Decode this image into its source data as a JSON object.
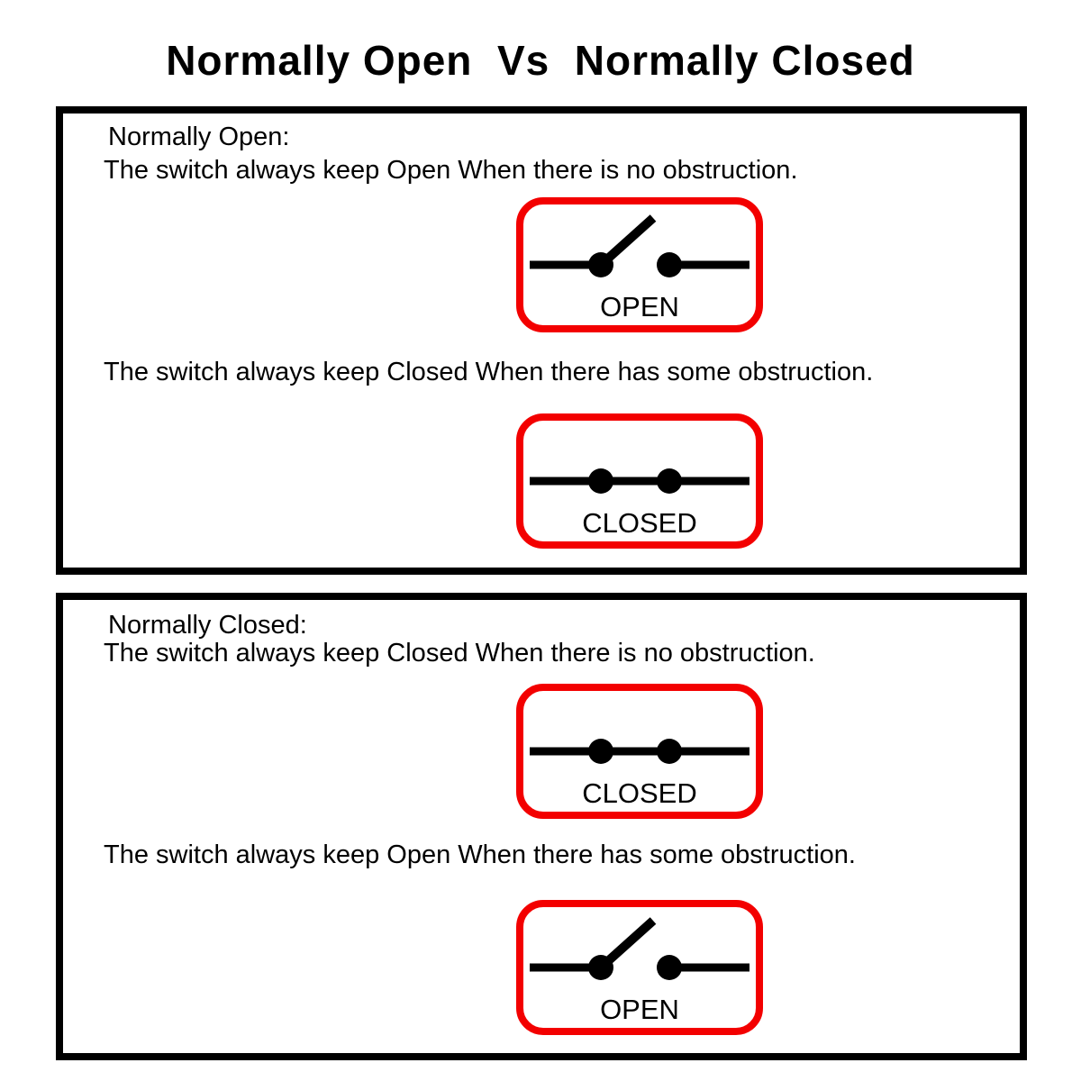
{
  "title": "Normally Open  Vs  Normally Closed",
  "colors": {
    "accent_red": "#f30000",
    "ink": "#000000",
    "background": "#ffffff"
  },
  "sections": [
    {
      "heading": "Normally Open:",
      "description_no_obstruction": "The switch always keep Open When there is no obstruction.",
      "description_obstruction": "The switch always keep Closed When there has some obstruction.",
      "figures": [
        {
          "state": "open",
          "label": "OPEN"
        },
        {
          "state": "closed",
          "label": "CLOSED"
        }
      ]
    },
    {
      "heading": "Normally Closed:",
      "description_no_obstruction": "The switch always keep Closed When there is no obstruction.",
      "description_obstruction": "The switch always keep Open When there has some obstruction.",
      "figures": [
        {
          "state": "closed",
          "label": "CLOSED"
        },
        {
          "state": "open",
          "label": "OPEN"
        }
      ]
    }
  ]
}
